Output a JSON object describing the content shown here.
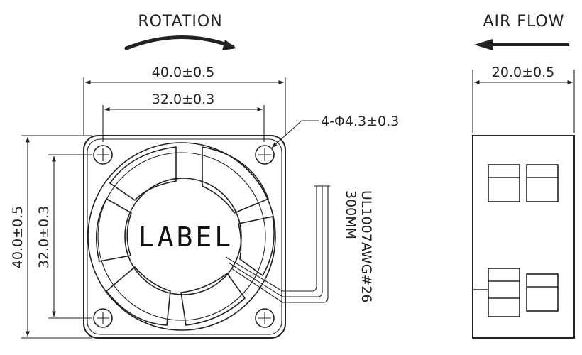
{
  "titles": {
    "rotation": "ROTATION",
    "air_flow": "AIR FLOW"
  },
  "dimensions": {
    "overall_width": "40.0±0.5",
    "hole_spacing_width": "32.0±0.3",
    "mounting_holes": "4-Φ4.3±0.3",
    "overall_height": "40.0±0.5",
    "hole_spacing_height": "32.0±0.3",
    "thickness": "20.0±0.5"
  },
  "cable": {
    "spec": "UL1007AWG#26",
    "length": "300MM"
  },
  "hub_label": "LABEL",
  "colors": {
    "line": "#222222",
    "background": "#ffffff"
  }
}
